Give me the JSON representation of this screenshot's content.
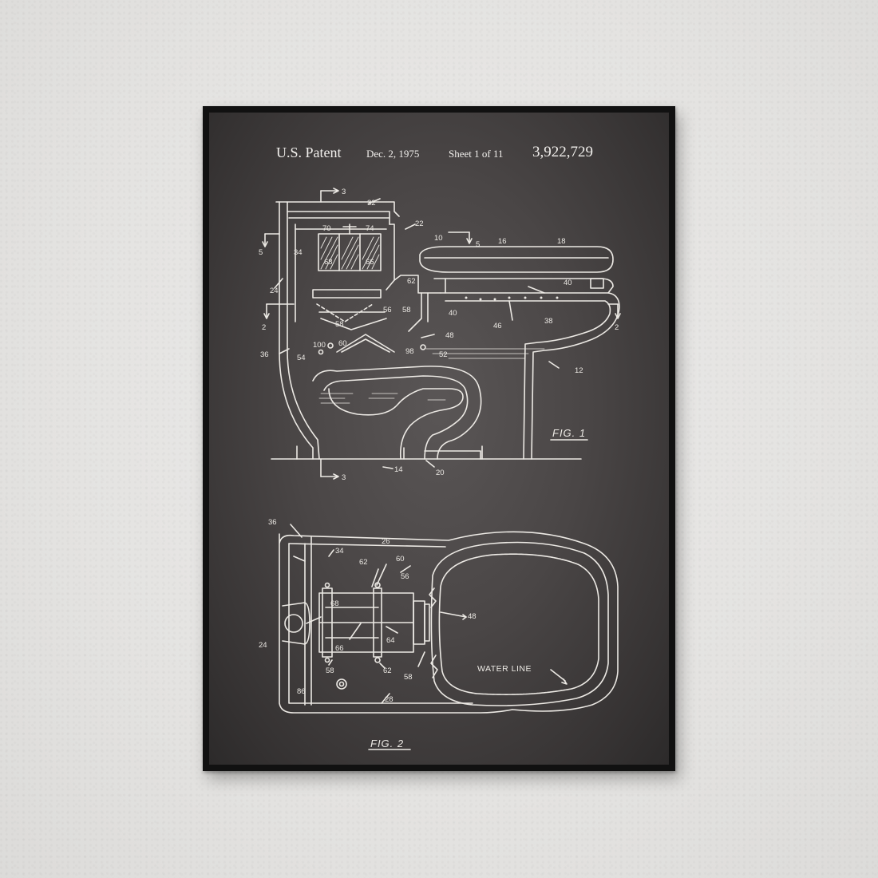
{
  "poster": {
    "header": {
      "patent_label": "U.S. Patent",
      "date": "Dec. 2, 1975",
      "sheet": "Sheet 1 of 11",
      "patent_number": "3,922,729"
    },
    "figures": {
      "fig1_label": "FIG. 1",
      "fig2_label": "FIG. 2",
      "water_line_label": "WATER LINE"
    },
    "fig1_refs": {
      "r3a": "3",
      "r32": "32",
      "r22": "22",
      "r10": "10",
      "r5a": "5",
      "r16": "16",
      "r18": "18",
      "r70": "70",
      "r74": "74",
      "r34": "34",
      "r5b": "5",
      "r68": "68",
      "r66": "66",
      "r62": "62",
      "r40a": "40",
      "r24": "24",
      "r40b": "40",
      "r56": "56",
      "r58a": "58",
      "r46": "46",
      "r38": "38",
      "r2a": "2",
      "r58b": "58",
      "r48": "48",
      "r2b": "2",
      "r36": "36",
      "r100": "100",
      "r60": "60",
      "r98": "98",
      "r54": "54",
      "r52": "52",
      "r12": "12",
      "r3b": "3",
      "r14": "14",
      "r20": "20"
    },
    "fig2_refs": {
      "r36": "36",
      "r34": "34",
      "r26": "26",
      "r62a": "62",
      "r60": "60",
      "r56": "56",
      "r68": "68",
      "r48": "48",
      "r24": "24",
      "r66": "66",
      "r64": "64",
      "r58a": "58",
      "r62b": "62",
      "r58b": "58",
      "r86": "86",
      "r28": "28"
    },
    "colors": {
      "chalkboard": "#4a4646",
      "frame": "#111111",
      "line": "#ece9e4",
      "wall": "#e6e5e3"
    }
  }
}
